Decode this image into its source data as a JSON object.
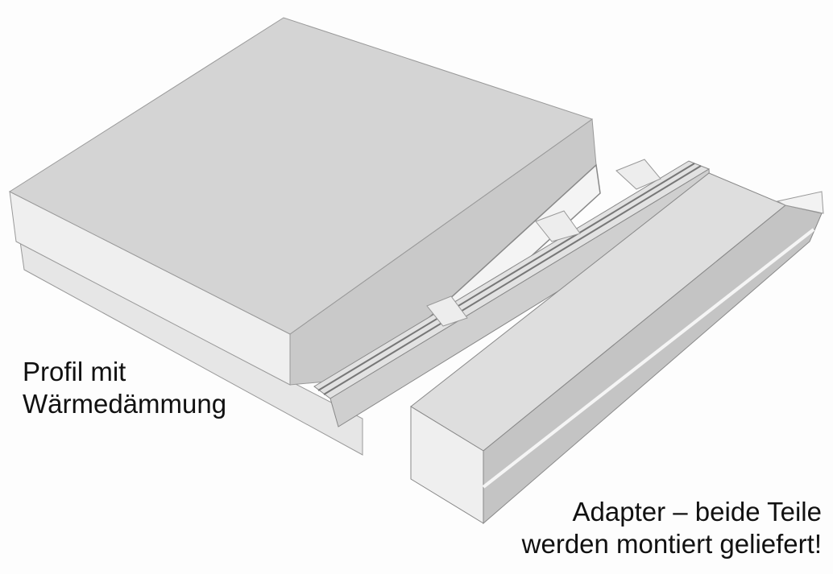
{
  "labels": {
    "profile": [
      "Profil mit",
      "Wärmedämmung"
    ],
    "adapter": [
      "Adapter – beide Teile",
      "werden montiert geliefert!"
    ]
  },
  "colors": {
    "top_face": "#d6d6d6",
    "side_light": "#ebebeb",
    "side_dark": "#bdbdbd",
    "text": "#111111"
  }
}
